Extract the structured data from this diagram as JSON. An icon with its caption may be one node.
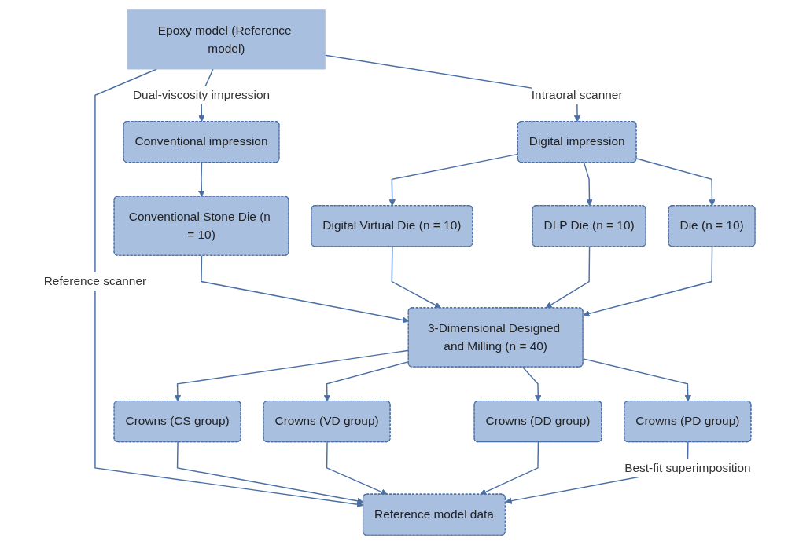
{
  "diagram": {
    "nodes": [
      {
        "text": [
          "Epoxy model (Reference model)"
        ]
      },
      {
        "text": [
          "Conventional impression"
        ]
      },
      {
        "text": [
          "Digital impression"
        ]
      },
      {
        "text": [
          "Conventional Stone Die (n = 10)"
        ]
      },
      {
        "text": [
          "Digital Virtual Die (n = 10)"
        ]
      },
      {
        "text": [
          "DLP Die (n = 10)"
        ]
      },
      {
        "text": [
          "Die (n = 10)"
        ]
      },
      {
        "text": [
          "3-Dimensional Designed and Milling (n = 40)"
        ]
      },
      {
        "text": [
          "Reference model data"
        ]
      },
      {
        "text": [
          "Crowns (CS group)"
        ]
      },
      {
        "text": [
          "Crowns (VD group)"
        ]
      },
      {
        "text": [
          "Crowns (DD group)"
        ]
      },
      {
        "text": [
          "Crowns (PD group)"
        ]
      }
    ],
    "edges": [
      {
        "from": 0,
        "to": 8,
        "arrow": "to",
        "label": "Reference scanner"
      },
      {
        "from": 0,
        "to": 1,
        "arrow": "to",
        "label": "Dual-viscosity impression"
      },
      {
        "from": 0,
        "to": 2,
        "arrow": "to",
        "label": "Intraoral scanner"
      },
      {
        "from": 1,
        "to": 3,
        "arrow": "to"
      },
      {
        "from": 2,
        "to": 4,
        "arrow": "to"
      },
      {
        "from": 2,
        "to": 5,
        "arrow": "to"
      },
      {
        "from": 2,
        "to": 6,
        "arrow": "to"
      },
      {
        "from": 3,
        "to": 7,
        "arrow": "to"
      },
      {
        "from": 4,
        "to": 7,
        "arrow": "to"
      },
      {
        "from": 5,
        "to": 7,
        "arrow": "to"
      },
      {
        "from": 6,
        "to": 7,
        "arrow": "to"
      },
      {
        "from": 7,
        "to": 9,
        "arrow": "to"
      },
      {
        "from": 7,
        "to": 10,
        "arrow": "to"
      },
      {
        "from": 7,
        "to": 11,
        "arrow": "to"
      },
      {
        "from": 7,
        "to": 12,
        "arrow": "to"
      },
      {
        "from": 9,
        "to": 8,
        "arrow": "to"
      },
      {
        "from": 10,
        "to": 8,
        "arrow": "to"
      },
      {
        "from": 11,
        "to": 8,
        "arrow": "to"
      },
      {
        "from": 12,
        "to": 8,
        "arrow": "to",
        "label": "Best-fit superimposition"
      }
    ]
  }
}
